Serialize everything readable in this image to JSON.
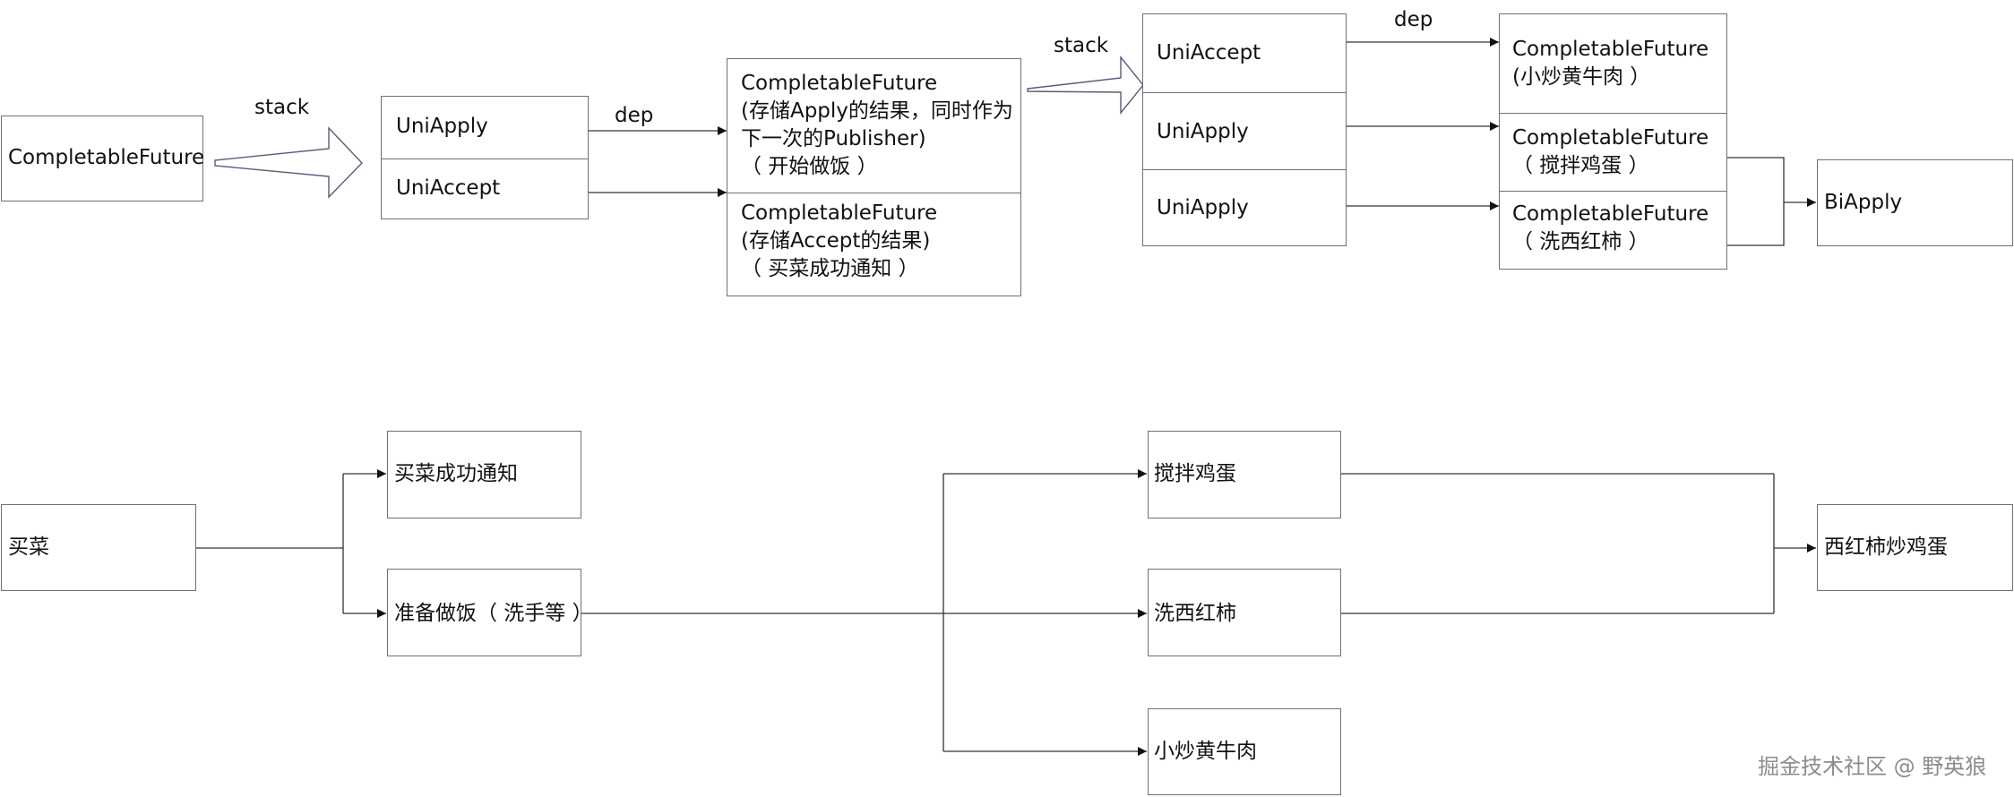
{
  "top": {
    "root": "CompletableFuture",
    "stack1": "stack",
    "group1": [
      "UniApply",
      "UniAccept"
    ],
    "dep1": "dep",
    "cf_apply": [
      "CompletableFuture",
      "(存储Apply的结果，同时作为",
      "下一次的Publisher)",
      "（ 开始做饭 ）"
    ],
    "cf_accept": [
      "CompletableFuture",
      "(存储Accept的结果)",
      "（ 买菜成功通知 ）"
    ],
    "stack2": "stack",
    "group2": [
      "UniAccept",
      "UniApply",
      "UniApply"
    ],
    "dep2": "dep",
    "cf_beef": [
      "CompletableFuture",
      "(小炒黄牛肉 ）"
    ],
    "cf_egg": [
      "CompletableFuture",
      "（ 搅拌鸡蛋 ）"
    ],
    "cf_tomato": [
      "CompletableFuture",
      "（ 洗西红柿 ）"
    ],
    "biapply": "BiApply"
  },
  "bottom": {
    "buy": "买菜",
    "notify": "买菜成功通知",
    "prepare": "准备做饭（ 洗手等 ）",
    "egg": "搅拌鸡蛋",
    "tomato": "洗西红柿",
    "beef": "小炒黄牛肉",
    "result": "西红柿炒鸡蛋"
  },
  "watermark": "掘金技术社区 @ 野英狼"
}
